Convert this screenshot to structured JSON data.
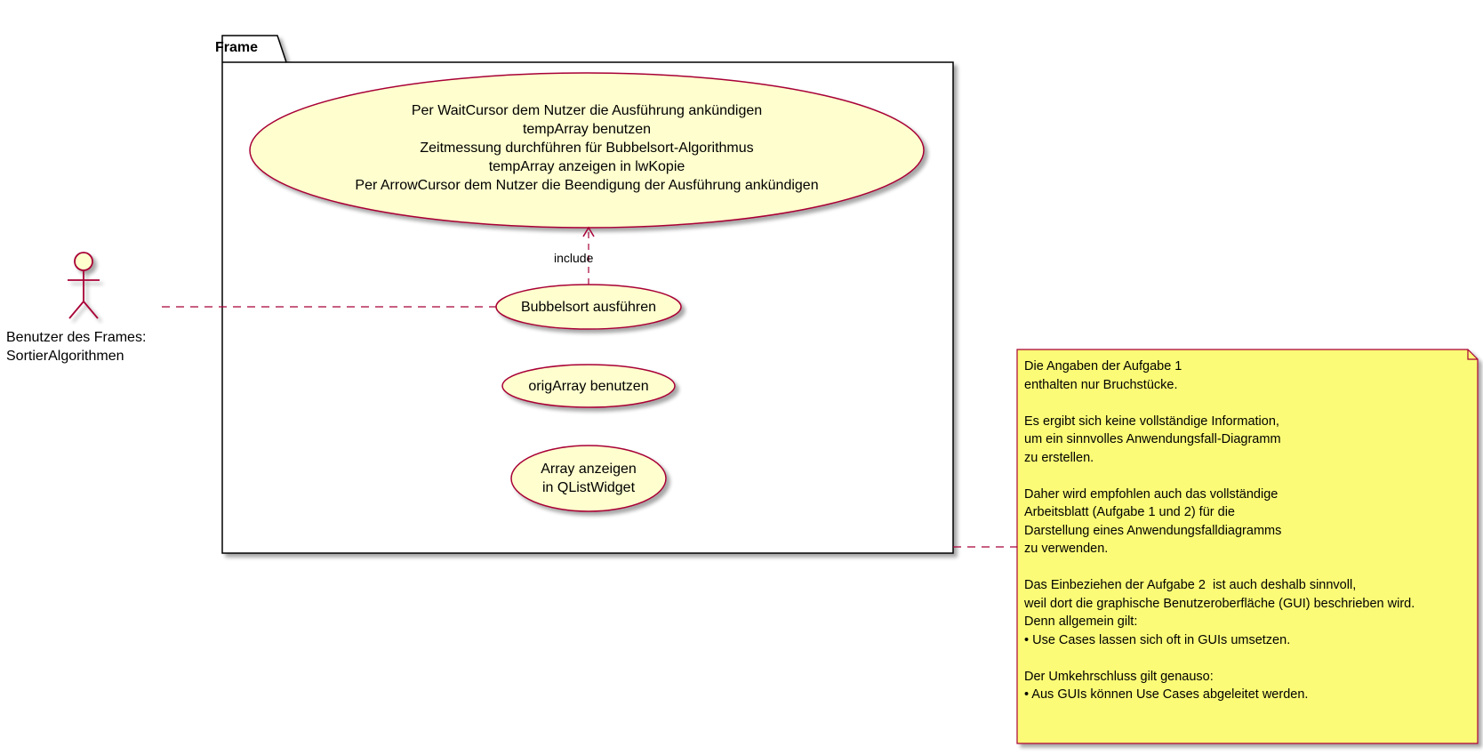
{
  "diagram": {
    "frame_title": "Frame",
    "use_cases": {
      "main": [
        "Per WaitCursor dem Nutzer die Ausführung ankündigen",
        "tempArray benutzen",
        "Zeitmessung durchführen für Bubbelsort-Algorithmus",
        "tempArray anzeigen in lwKopie",
        "Per ArrowCursor dem Nutzer die Beendigung der Ausführung ankündigen"
      ],
      "bubbelsort": "Bubbelsort ausführen",
      "origarray": "origArray benutzen",
      "array_anzeigen": [
        "Array anzeigen",
        "in QListWidget"
      ]
    },
    "include_label": "include",
    "actor": {
      "name_lines": [
        "Benutzer des Frames:",
        "SortierAlgorithmen"
      ]
    },
    "note": {
      "text": "Die Angaben der Aufgabe 1\nenthalten nur Bruchstücke.\n\nEs ergibt sich keine vollständige Information,\num ein sinnvolles Anwendungsfall-Diagramm\nzu erstellen.\n\nDaher wird empfohlen auch das vollständige\nArbeitsblatt (Aufgabe 1 und 2) für die\nDarstellung eines Anwendungsfalldiagramms\nzu verwenden.\n\nDas Einbeziehen der Aufgabe 2  ist auch deshalb sinnvoll,\nweil dort die graphische Benutzeroberfläche (GUI) beschrieben wird.\nDenn allgemein gilt:\n• Use Cases lassen sich oft in GUIs umsetzen.\n\nDer Umkehrschluss gilt genauso:\n• Aus GUIs können Use Cases abgeleitet werden."
    },
    "colors": {
      "use_case_fill": "#FEFECE",
      "use_case_border": "#A80036",
      "note_fill": "#FBFB77",
      "frame_border": "#000000",
      "connector": "#A80036"
    }
  }
}
